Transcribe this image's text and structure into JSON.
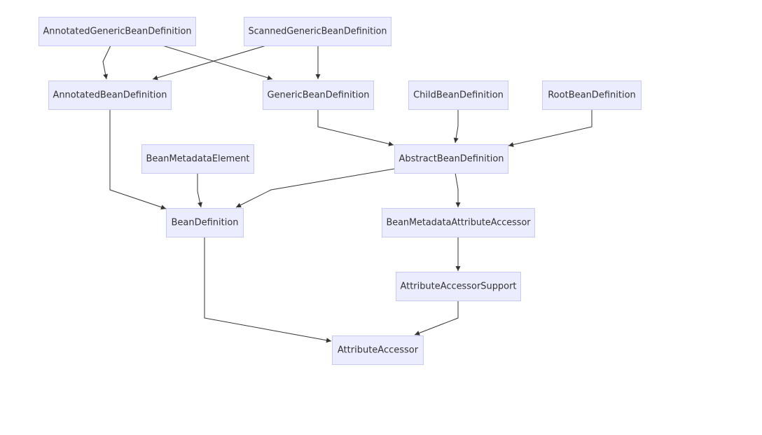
{
  "diagram": {
    "type": "class-hierarchy",
    "colors": {
      "node_fill": "#ececff",
      "node_border": "#c9c9f5",
      "edge": "#333333",
      "text": "#333333"
    },
    "nodes": [
      {
        "id": "annotated_generic",
        "label": "AnnotatedGenericBeanDefinition"
      },
      {
        "id": "scanned_generic",
        "label": "ScannedGenericBeanDefinition"
      },
      {
        "id": "annotated_bd",
        "label": "AnnotatedBeanDefinition"
      },
      {
        "id": "generic_bd",
        "label": "GenericBeanDefinition"
      },
      {
        "id": "child_bd",
        "label": "ChildBeanDefinition"
      },
      {
        "id": "root_bd",
        "label": "RootBeanDefinition"
      },
      {
        "id": "bean_metadata_element",
        "label": "BeanMetadataElement"
      },
      {
        "id": "abstract_bd",
        "label": "AbstractBeanDefinition"
      },
      {
        "id": "bean_definition",
        "label": "BeanDefinition"
      },
      {
        "id": "bean_metadata_attr_accessor",
        "label": "BeanMetadataAttributeAccessor"
      },
      {
        "id": "attr_accessor_support",
        "label": "AttributeAccessorSupport"
      },
      {
        "id": "attribute_accessor",
        "label": "AttributeAccessor"
      }
    ],
    "edges": [
      {
        "from": "annotated_generic",
        "to": "annotated_bd"
      },
      {
        "from": "annotated_generic",
        "to": "generic_bd"
      },
      {
        "from": "scanned_generic",
        "to": "annotated_bd"
      },
      {
        "from": "scanned_generic",
        "to": "generic_bd"
      },
      {
        "from": "generic_bd",
        "to": "abstract_bd"
      },
      {
        "from": "child_bd",
        "to": "abstract_bd"
      },
      {
        "from": "root_bd",
        "to": "abstract_bd"
      },
      {
        "from": "annotated_bd",
        "to": "bean_definition"
      },
      {
        "from": "bean_metadata_element",
        "to": "bean_definition"
      },
      {
        "from": "abstract_bd",
        "to": "bean_definition"
      },
      {
        "from": "abstract_bd",
        "to": "bean_metadata_attr_accessor"
      },
      {
        "from": "bean_metadata_attr_accessor",
        "to": "attr_accessor_support"
      },
      {
        "from": "bean_definition",
        "to": "attribute_accessor"
      },
      {
        "from": "attr_accessor_support",
        "to": "attribute_accessor"
      }
    ]
  }
}
